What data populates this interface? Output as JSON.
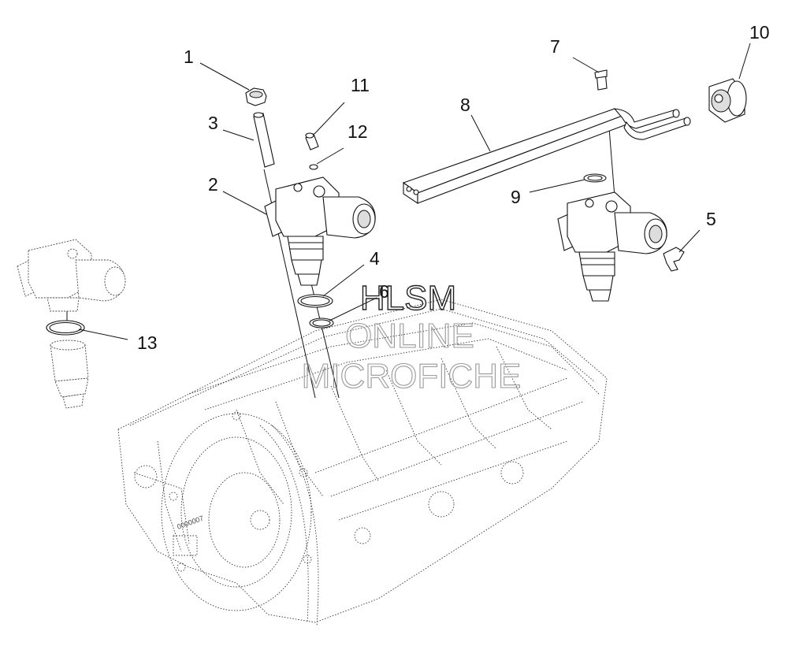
{
  "callouts": [
    {
      "id": "1",
      "text": "1"
    },
    {
      "id": "2",
      "text": "2"
    },
    {
      "id": "3",
      "text": "3"
    },
    {
      "id": "4",
      "text": "4"
    },
    {
      "id": "5",
      "text": "5"
    },
    {
      "id": "6",
      "text": "6"
    },
    {
      "id": "7",
      "text": "7"
    },
    {
      "id": "8",
      "text": "8"
    },
    {
      "id": "9",
      "text": "9"
    },
    {
      "id": "10",
      "text": "10"
    },
    {
      "id": "11",
      "text": "11"
    },
    {
      "id": "12",
      "text": "12"
    },
    {
      "id": "13",
      "text": "13"
    }
  ],
  "watermark": {
    "line1": "HLSM",
    "line2": "ONLINE",
    "line3": "MICROFICHE"
  }
}
